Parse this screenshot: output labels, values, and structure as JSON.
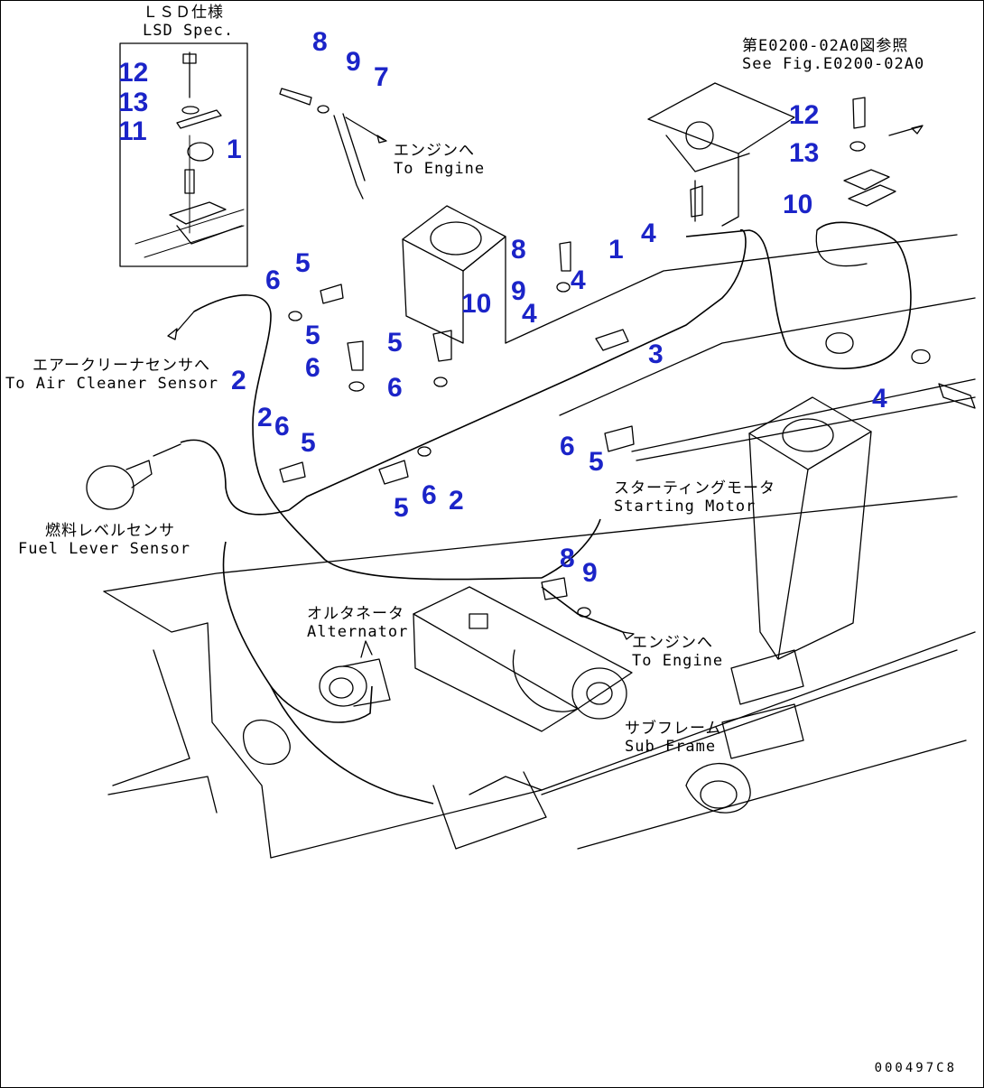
{
  "callouts": [
    {
      "id": "c1",
      "text": "12"
    },
    {
      "id": "c2",
      "text": "13"
    },
    {
      "id": "c3",
      "text": "11"
    },
    {
      "id": "c4",
      "text": "1"
    },
    {
      "id": "c5",
      "text": "8"
    },
    {
      "id": "c6",
      "text": "9"
    },
    {
      "id": "c7",
      "text": "7"
    },
    {
      "id": "c8",
      "text": "12"
    },
    {
      "id": "c9",
      "text": "13"
    },
    {
      "id": "c10",
      "text": "10"
    },
    {
      "id": "c11",
      "text": "4"
    },
    {
      "id": "c12",
      "text": "1"
    },
    {
      "id": "c13",
      "text": "8"
    },
    {
      "id": "c14",
      "text": "9"
    },
    {
      "id": "c15",
      "text": "4"
    },
    {
      "id": "c16",
      "text": "10"
    },
    {
      "id": "c17",
      "text": "4"
    },
    {
      "id": "c18",
      "text": "3"
    },
    {
      "id": "c19",
      "text": "6"
    },
    {
      "id": "c20",
      "text": "5"
    },
    {
      "id": "c21",
      "text": "5"
    },
    {
      "id": "c22",
      "text": "5"
    },
    {
      "id": "c23",
      "text": "6"
    },
    {
      "id": "c24",
      "text": "6"
    },
    {
      "id": "c25",
      "text": "2"
    },
    {
      "id": "c26",
      "text": "2"
    },
    {
      "id": "c27",
      "text": "6"
    },
    {
      "id": "c28",
      "text": "5"
    },
    {
      "id": "c29",
      "text": "5"
    },
    {
      "id": "c30",
      "text": "6"
    },
    {
      "id": "c31",
      "text": "2"
    },
    {
      "id": "c32",
      "text": "6"
    },
    {
      "id": "c33",
      "text": "5"
    },
    {
      "id": "c34",
      "text": "4"
    },
    {
      "id": "c35",
      "text": "8"
    },
    {
      "id": "c36",
      "text": "9"
    }
  ],
  "notes": {
    "lsd_jp": "ＬＳＤ仕様",
    "lsd_en": "LSD Spec.",
    "ref_jp": "第E0200-02A0図参照",
    "ref_en": "See Fig.E0200-02A0",
    "engine1_jp": "エンジンへ",
    "engine1_en": "To Engine",
    "air_jp": "エアークリーナセンサへ",
    "air_en": "To Air Cleaner Sensor",
    "fuel_jp": "燃料レベルセンサ",
    "fuel_en": "Fuel Lever Sensor",
    "alt_jp": "オルタネータ",
    "alt_en": "Alternator",
    "starter_jp": "スターティングモータ",
    "starter_en": "Starting Motor",
    "engine2_jp": "エンジンへ",
    "engine2_en": "To Engine",
    "sub_jp": "サブフレーム",
    "sub_en": "Sub Frame"
  },
  "drawing_number": "000497C8"
}
